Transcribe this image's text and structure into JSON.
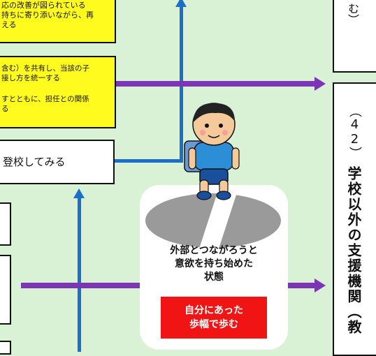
{
  "top_left_box": {
    "lines": [
      "応の改善が図られている",
      "持ちに寄り添いながら、再",
      "える"
    ]
  },
  "mid_left_box": {
    "lines": [
      "含む）を共有し、当該の子",
      "接し方を統一する",
      "すとともに、担任との関係",
      "る"
    ]
  },
  "white_box": {
    "text": "登校してみる"
  },
  "center_card": {
    "title_lines": [
      "外部とつながろうと",
      "意欲を持ち始めた",
      "状態"
    ],
    "red_button_lines": [
      "自分にあった",
      "歩幅で歩む"
    ]
  },
  "right_panel_top": {
    "text": "む）"
  },
  "right_panel_main": {
    "number": "（42）",
    "text": "学校以外の支援機関（教"
  },
  "colors": {
    "yellow": "#fffb1f",
    "blue_arrow": "#1c6fc8",
    "purple_arrow": "#7b35b5",
    "red_button": "#f01414",
    "background": "#d9f2d6"
  }
}
